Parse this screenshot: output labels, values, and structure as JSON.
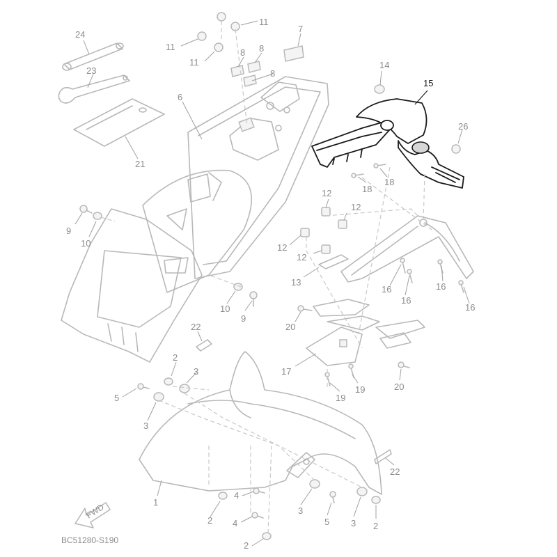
{
  "diagram_code": "BC51280-S190",
  "fwd_label": "FWD",
  "callouts": {
    "c1": "1",
    "c2a": "2",
    "c2b": "2",
    "c2c": "2",
    "c2d": "2",
    "c3a": "3",
    "c3b": "3",
    "c3c": "3",
    "c3d": "3",
    "c4a": "4",
    "c4b": "4",
    "c5a": "5",
    "c5b": "5",
    "c6": "6",
    "c7": "7",
    "c8a": "8",
    "c8b": "8",
    "c8c": "8",
    "c9a": "9",
    "c9b": "9",
    "c10a": "10",
    "c10b": "10",
    "c11a": "11",
    "c11b": "11",
    "c11c": "11",
    "c12a": "12",
    "c12b": "12",
    "c12c": "12",
    "c12d": "12",
    "c13": "13",
    "c14": "14",
    "c15": "15",
    "c16a": "16",
    "c16b": "16",
    "c16c": "16",
    "c16d": "16",
    "c17": "17",
    "c18a": "18",
    "c18b": "18",
    "c19a": "19",
    "c19b": "19",
    "c20a": "20",
    "c20b": "20",
    "c21": "21",
    "c22a": "22",
    "c22b": "22",
    "c23": "23",
    "c24": "24",
    "c26": "26"
  },
  "highlighted_part": "15"
}
